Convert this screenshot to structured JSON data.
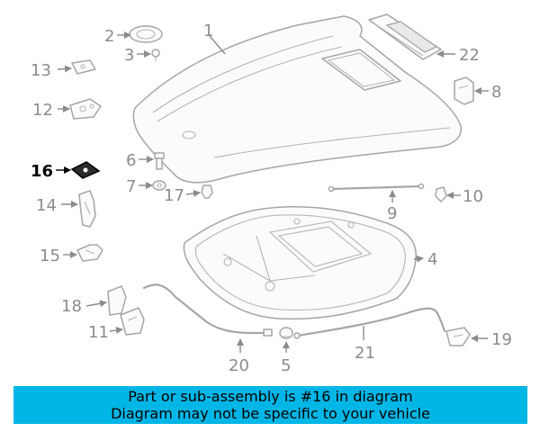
{
  "callouts": {
    "c1": "1",
    "c2": "2",
    "c3": "3",
    "c4": "4",
    "c5": "5",
    "c6": "6",
    "c7": "7",
    "c8": "8",
    "c9": "9",
    "c10": "10",
    "c11": "11",
    "c12": "12",
    "c13": "13",
    "c14": "14",
    "c15": "15",
    "c16": "16",
    "c17": "17",
    "c18": "18",
    "c19": "19",
    "c20": "20",
    "c21": "21",
    "c22": "22"
  },
  "highlighted_part": "16",
  "banner": {
    "line1": "Part or sub-assembly is #16 in diagram",
    "line2": "Diagram may not be specific to your vehicle"
  },
  "colors": {
    "banner_bg": "#00b6e6",
    "part_stroke": "#a6a6a6",
    "highlight": "#000000"
  }
}
